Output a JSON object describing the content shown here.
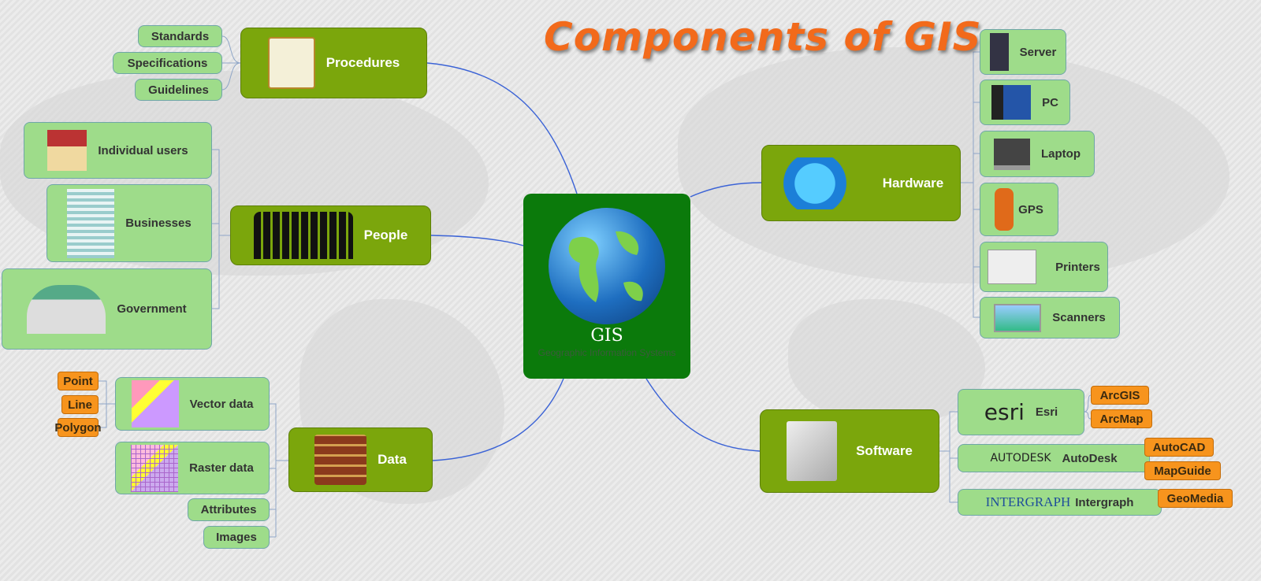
{
  "title": "Components of GIS",
  "center": {
    "title": "GIS",
    "subtitle": "Geographic Information Systems"
  },
  "colors": {
    "branch": "#7ba60c",
    "leaf": "#9edc8a",
    "tag": "#f7941d",
    "center": "#0b7a0b",
    "title": "#f26a1b"
  },
  "procedures": {
    "label": "Procedures",
    "icon": "clipboard-icon",
    "items": [
      "Standards",
      "Specifications",
      "Guidelines"
    ]
  },
  "people": {
    "label": "People",
    "icon": "people-silhouettes-icon",
    "items": [
      "Individual users",
      "Businesses",
      "Government"
    ]
  },
  "data": {
    "label": "Data",
    "icon": "books-icon",
    "items": [
      "Vector data",
      "Raster data",
      "Attributes",
      "Images"
    ],
    "vector_types": [
      "Point",
      "Line",
      "Polygon"
    ]
  },
  "hardware": {
    "label": "Hardware",
    "icon": "network-icon",
    "items": [
      "Server",
      "PC",
      "Laptop",
      "GPS",
      "Printers",
      "Scanners"
    ]
  },
  "software": {
    "label": "Software",
    "icon": "software-box-icon",
    "vendors": [
      {
        "logo": "esri",
        "label": "Esri",
        "products": [
          "ArcGIS",
          "ArcMap"
        ]
      },
      {
        "logo": "AUTODESK",
        "label": "AutoDesk",
        "products": [
          "AutoCAD",
          "MapGuide"
        ]
      },
      {
        "logo": "INTERGRAPH",
        "label": "Intergraph",
        "products": [
          "GeoMedia"
        ]
      }
    ]
  }
}
